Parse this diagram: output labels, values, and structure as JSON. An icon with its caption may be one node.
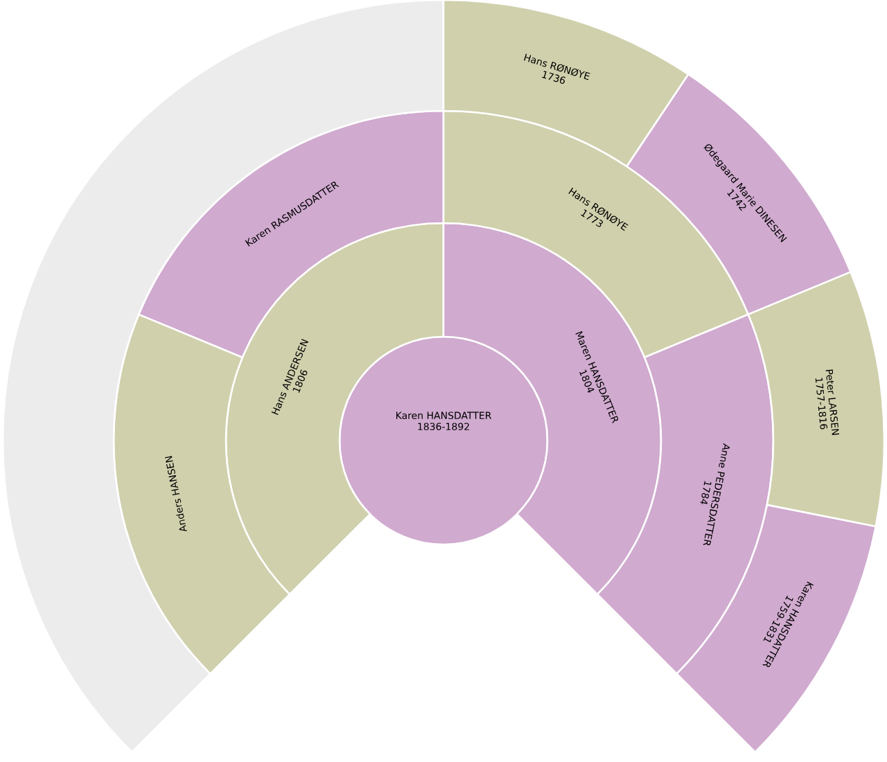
{
  "diagram": {
    "nodes": [
      {
        "text": [
          "Karen HANSDATTER",
          "1836-1892"
        ]
      },
      {
        "text": [
          "Hans ANDERSEN",
          "1806"
        ]
      },
      {
        "text": [
          "Maren HANSDATTER",
          "1804"
        ]
      },
      {
        "text": [
          "Anders HANSEN"
        ]
      },
      {
        "text": [
          "Karen RASMUSDATTER"
        ]
      },
      {
        "text": [
          "Hans RØNØYE",
          "1773"
        ]
      },
      {
        "text": [
          "Anne PEDERSDATTER",
          "1784"
        ]
      },
      {
        "text": [],
        "shape": "sector"
      },
      {
        "text": [
          "Hans RØNØYE",
          "1736"
        ]
      },
      {
        "text": [
          "Ødegaard Marie DINESEN",
          "1742"
        ]
      },
      {
        "text": [
          "Peter LARSEN",
          "1757-1816"
        ]
      },
      {
        "text": [
          "Karen HANSDATTER",
          "1759-1831"
        ]
      }
    ]
  }
}
